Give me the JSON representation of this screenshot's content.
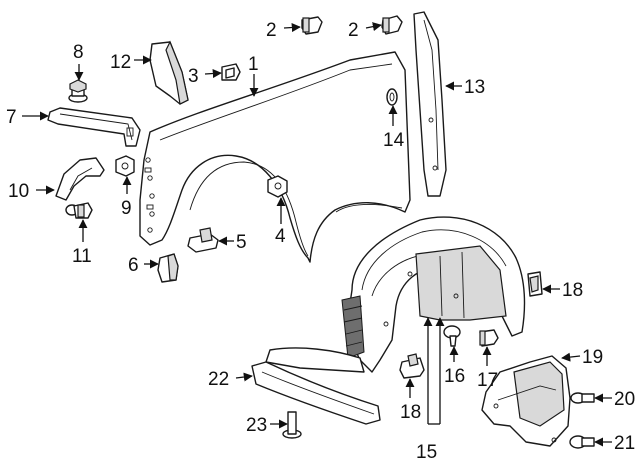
{
  "callouts": {
    "c1": "1",
    "c2a": "2",
    "c2b": "2",
    "c3": "3",
    "c4": "4",
    "c5": "5",
    "c6": "6",
    "c7": "7",
    "c8": "8",
    "c9": "9",
    "c10": "10",
    "c11": "11",
    "c12": "12",
    "c13": "13",
    "c14": "14",
    "c15": "15",
    "c16": "16",
    "c17": "17",
    "c18a": "18",
    "c18b": "18",
    "c19": "19",
    "c20": "20",
    "c21": "21",
    "c22": "22",
    "c23": "23"
  },
  "colors": {
    "line": "#1a1a1a",
    "fill": "#ffffff",
    "shade": "#d9d9d9",
    "mesh": "#6e6e6e"
  }
}
